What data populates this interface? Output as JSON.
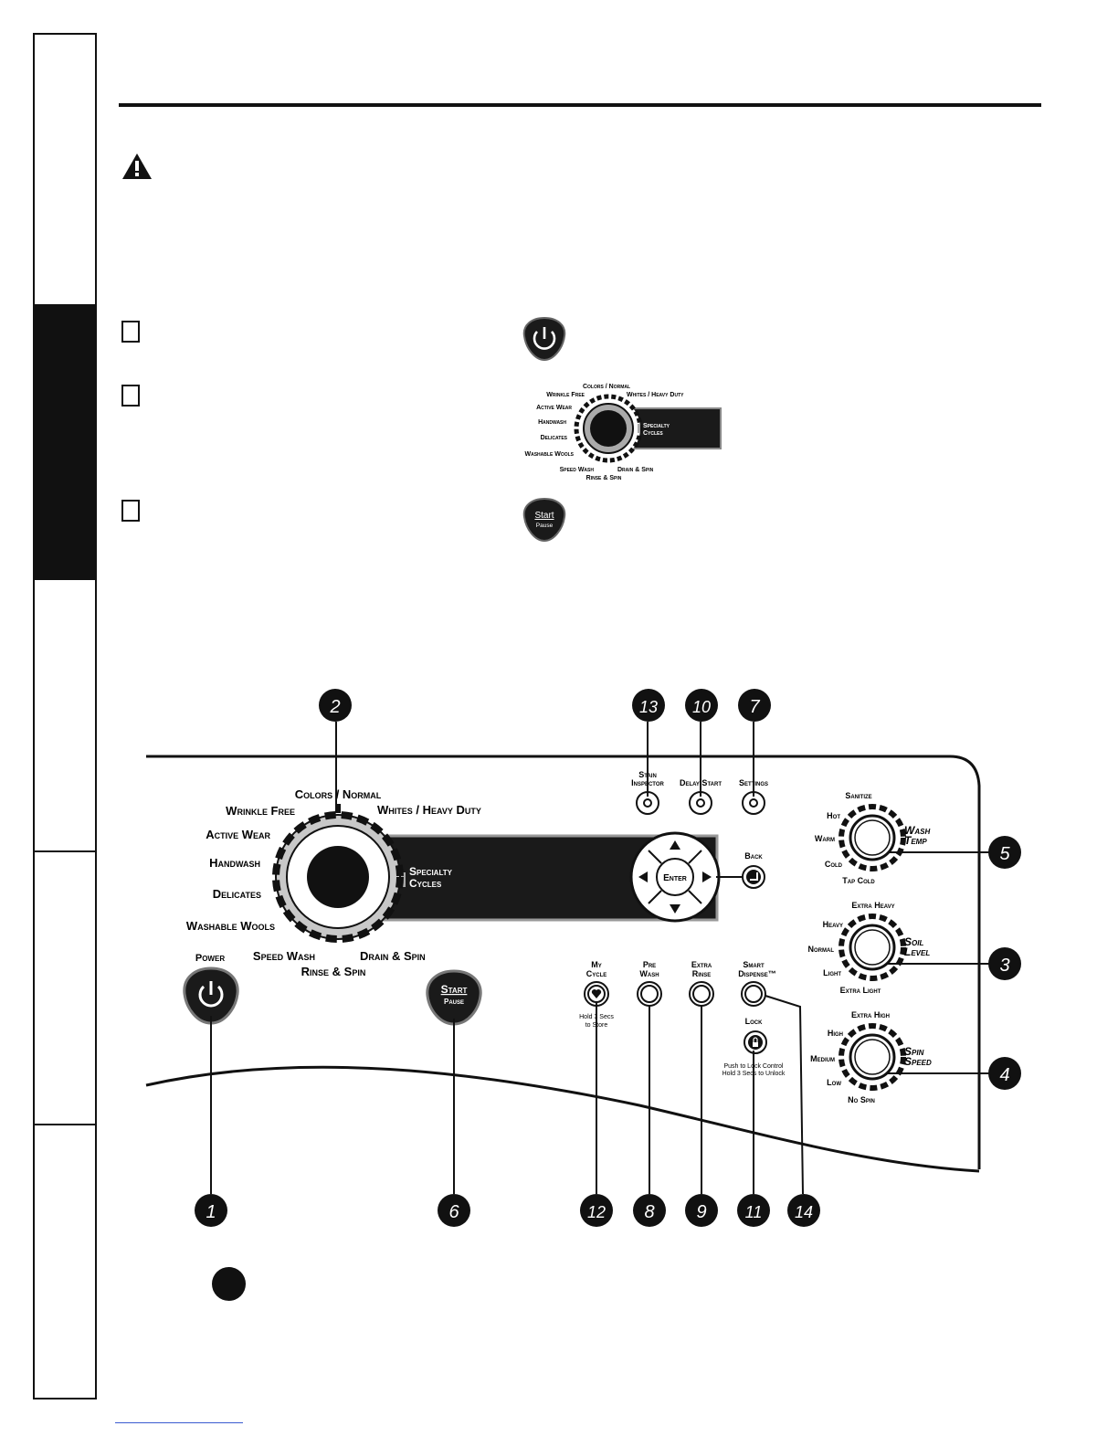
{
  "mini": {
    "top": "Colors / Normal",
    "left": [
      "Wrinkle Free",
      "Active Wear",
      "Handwash",
      "Delicates",
      "Washable Wools"
    ],
    "right": "Whites / Heavy Duty",
    "specialty": [
      "Specialty",
      "Cycles"
    ],
    "bottom_left": "Speed Wash",
    "bottom_right": "Drain & Spin",
    "bottom": "Rinse & Spin",
    "start": "Start",
    "pause": "Pause"
  },
  "panel": {
    "cycle_top": "Colors / Normal",
    "cycle_right": "Whites / Heavy Duty",
    "cycle_left": [
      "Wrinkle Free",
      "Active Wear",
      "Handwash",
      "Delicates",
      "Washable Wools"
    ],
    "cycle_bottom_left": "Speed Wash",
    "cycle_bottom_right": "Drain & Spin",
    "cycle_bottom": "Rinse & Spin",
    "specialty": [
      "Specialty",
      "Cycles"
    ],
    "power": "Power",
    "start": "Start",
    "pause": "Pause",
    "enter": "Enter",
    "back": "Back",
    "stain_inspector": [
      "Stain",
      "Inspector"
    ],
    "delay_start": "Delay Start",
    "settings": "Settings",
    "my_cycle": [
      "My",
      "Cycle"
    ],
    "my_cycle_note": [
      "Hold 3 Secs",
      "to Store"
    ],
    "pre_wash": [
      "Pre",
      "Wash"
    ],
    "extra_rinse": [
      "Extra",
      "Rinse"
    ],
    "smart_dispense": [
      "Smart",
      "Dispense™"
    ],
    "lock": "Lock",
    "lock_note": [
      "Push to Lock Control",
      "Hold 3 Secs to Unlock"
    ],
    "wash_temp": {
      "title": [
        "Wash",
        "Temp"
      ],
      "levels": [
        "Sanitize",
        "Hot",
        "Warm",
        "Cold",
        "Tap Cold"
      ]
    },
    "soil_level": {
      "title": [
        "Soil",
        "Level"
      ],
      "levels": [
        "Extra Heavy",
        "Heavy",
        "Normal",
        "Light",
        "Extra Light"
      ]
    },
    "spin_speed": {
      "title": [
        "Spin",
        "Speed"
      ],
      "levels": [
        "Extra High",
        "High",
        "Medium",
        "Low",
        "No Spin"
      ]
    }
  },
  "callouts": {
    "top": [
      "2",
      "13",
      "10",
      "7"
    ],
    "right": [
      "5",
      "3",
      "4"
    ],
    "bottom": [
      "1",
      "6",
      "12",
      "8",
      "9",
      "11",
      "14"
    ]
  }
}
